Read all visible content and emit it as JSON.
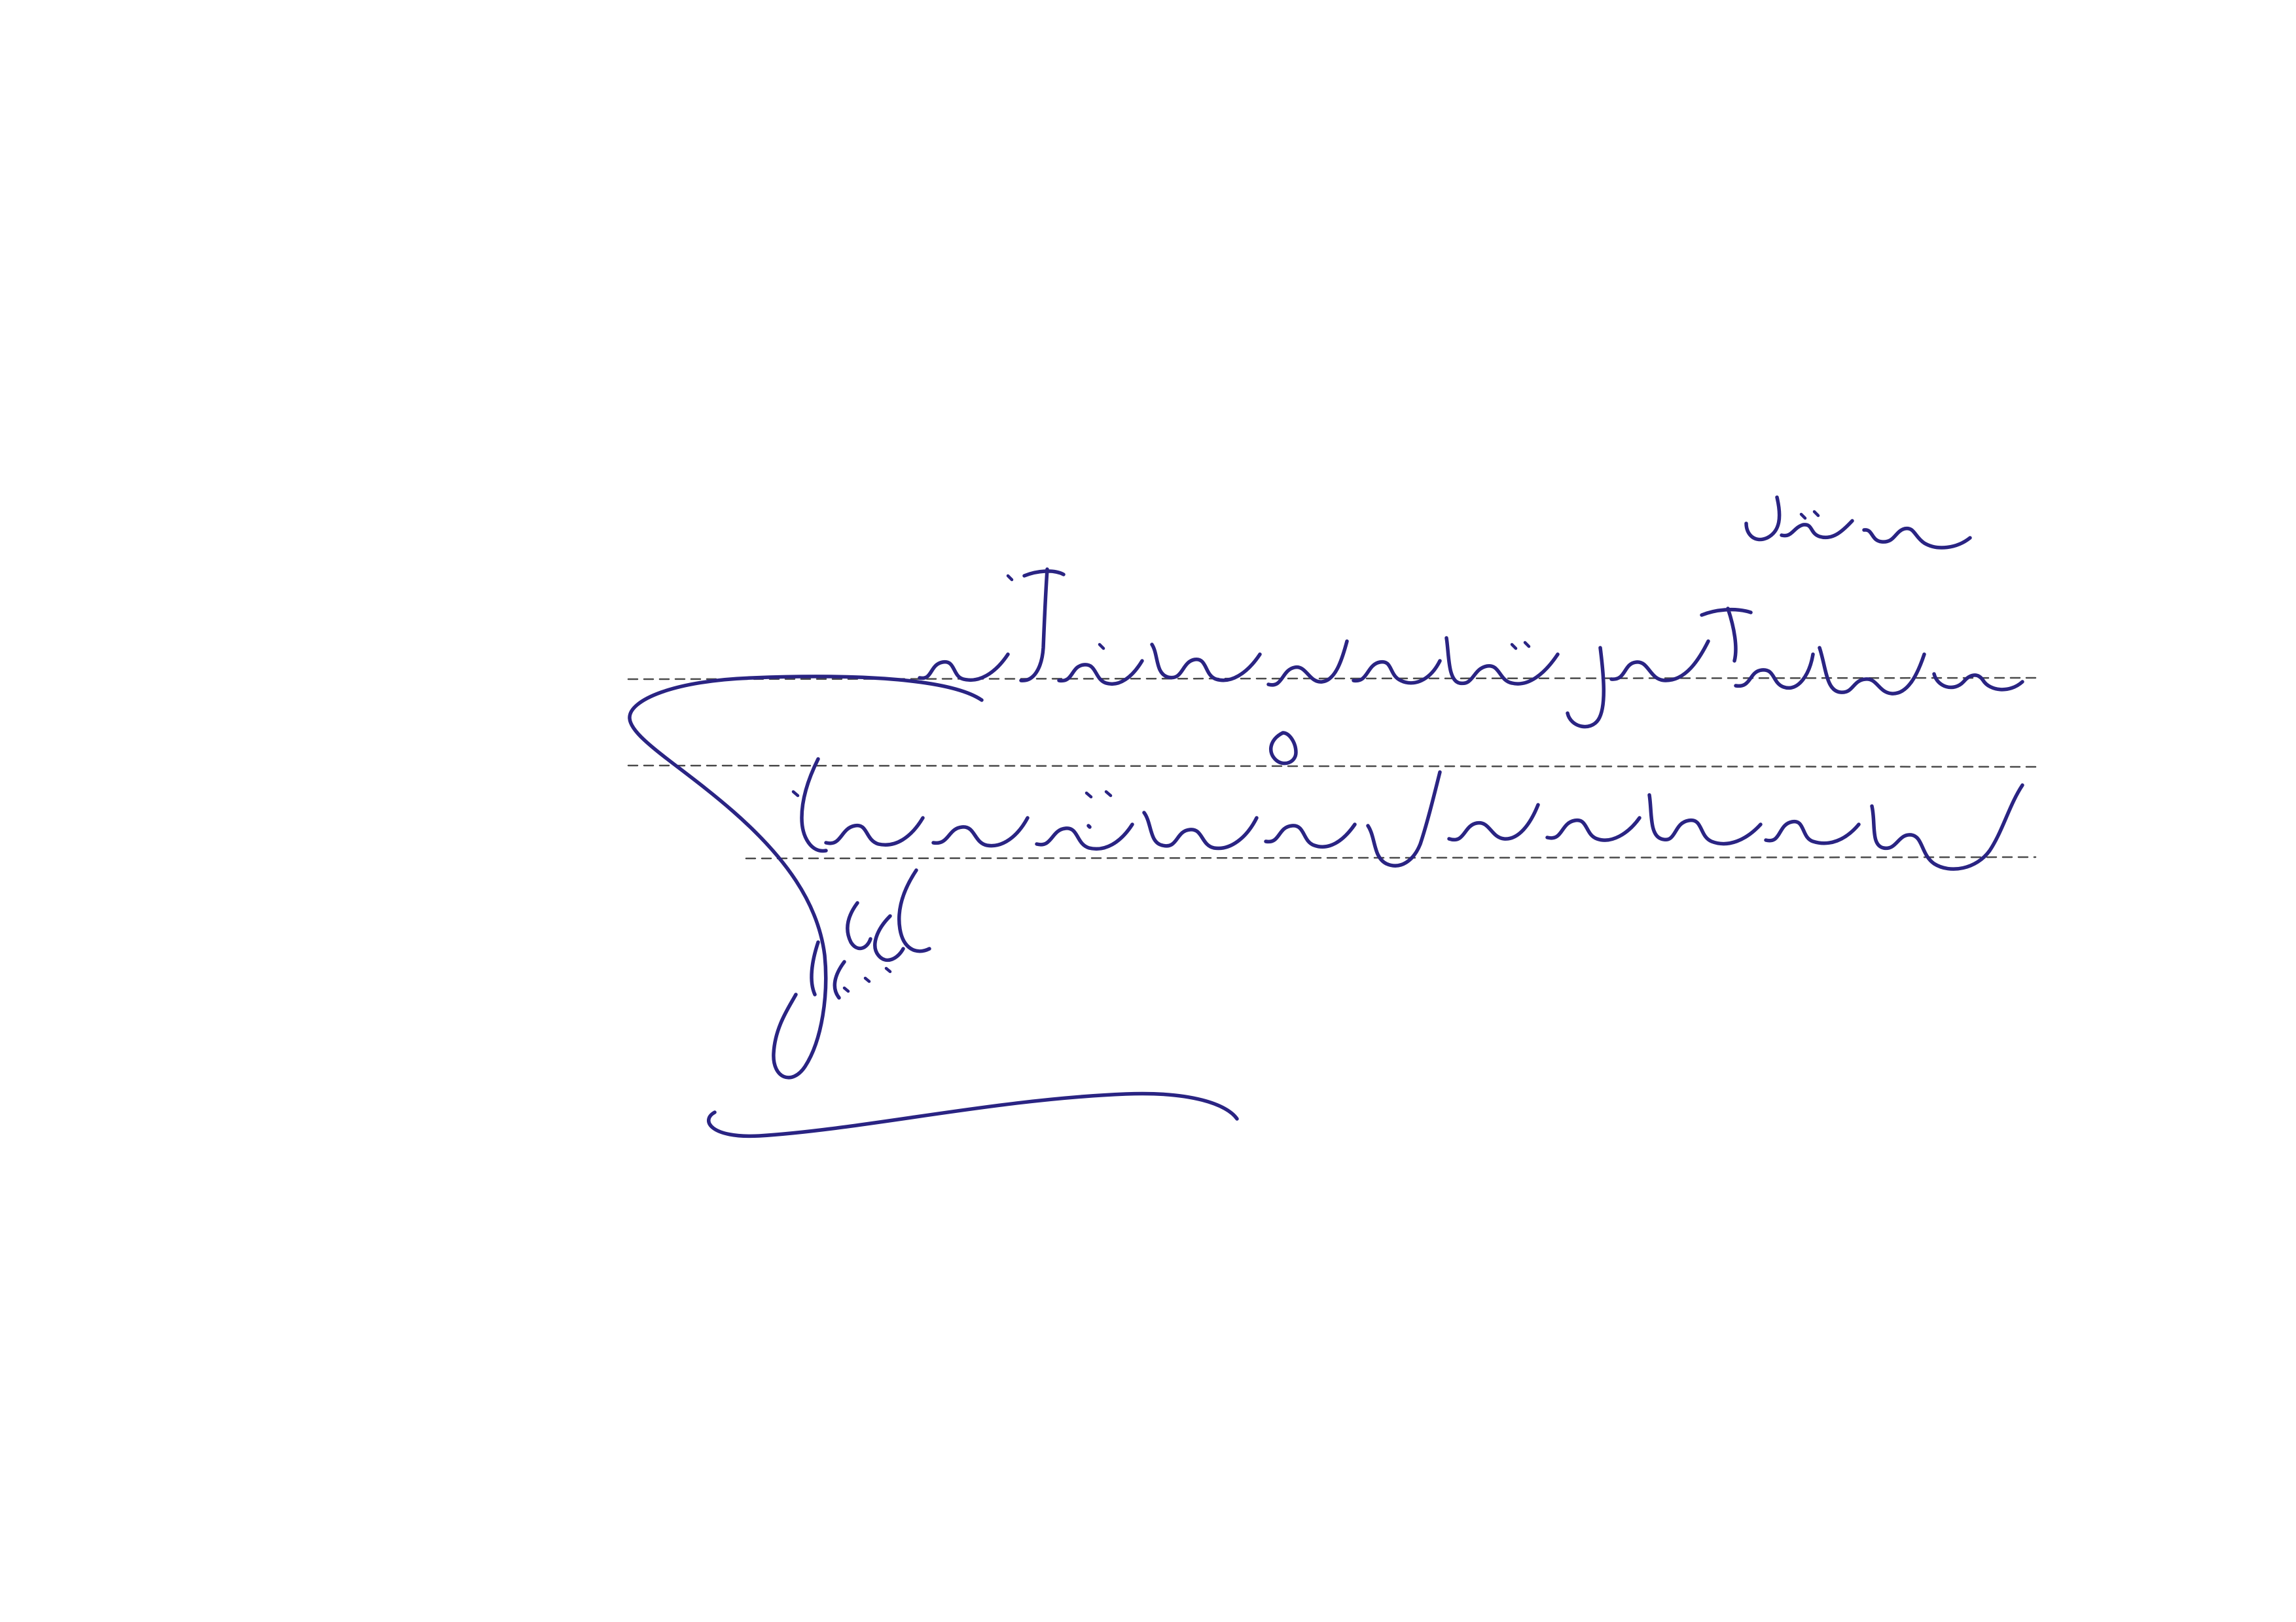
{
  "document": {
    "kind": "handwritten note",
    "ink_color": "#2a2483",
    "guide_color": "#4a4a4a",
    "paper_color": "#ffffff",
    "lines": [
      {
        "role": "greeting",
        "text": ""
      },
      {
        "role": "body-line-1",
        "text": ""
      },
      {
        "role": "body-line-2",
        "text": ""
      }
    ],
    "signature": {
      "text": ""
    }
  }
}
